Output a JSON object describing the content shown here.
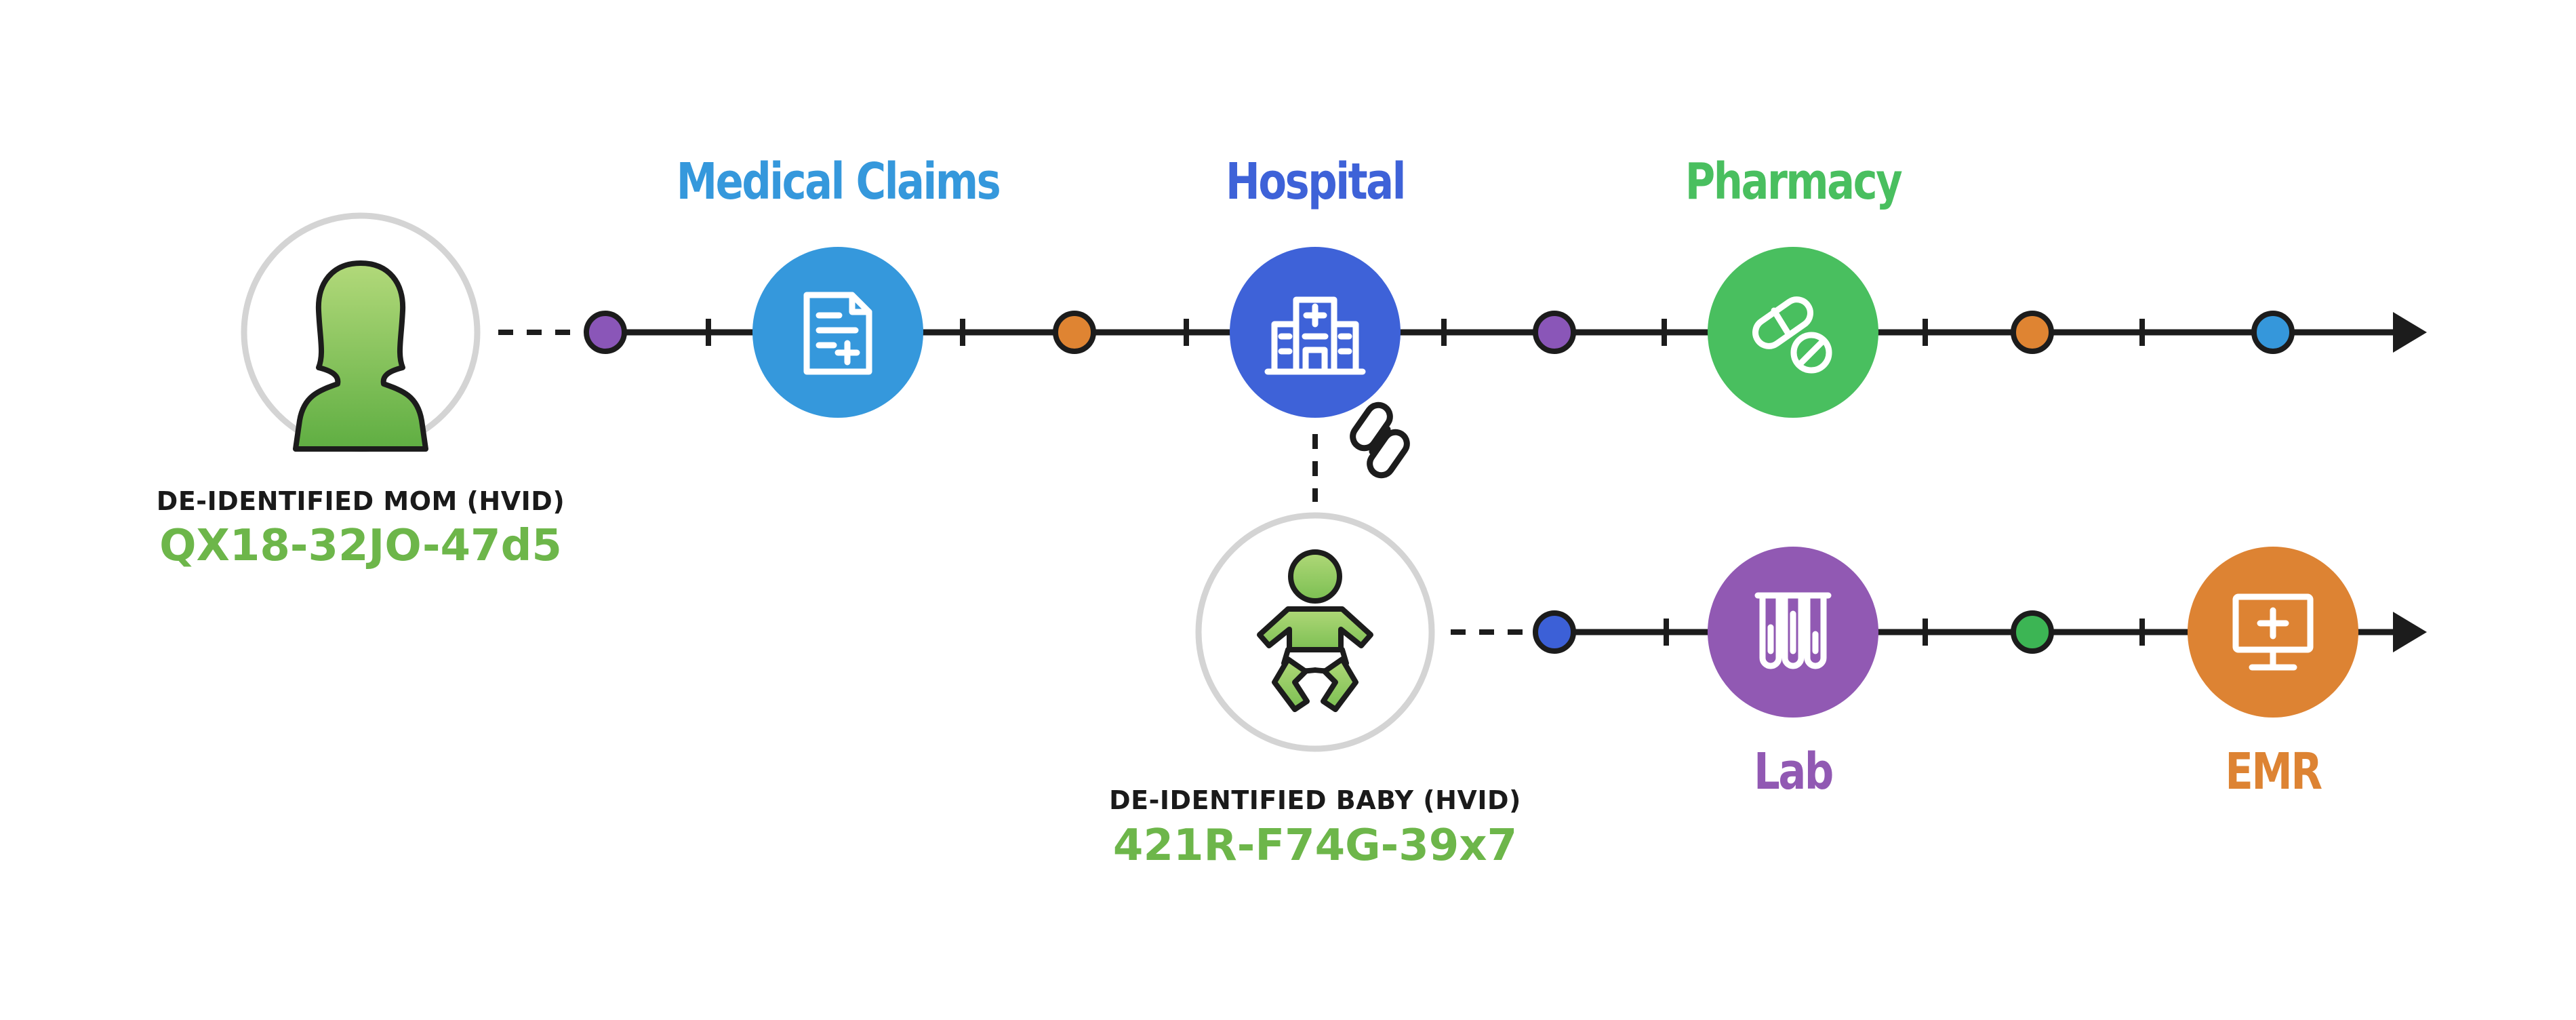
{
  "colors": {
    "line": "#1c1c1c",
    "ring": "#d4d4d4",
    "icon_white": "#ffffff",
    "medical_claims": "#3598dc",
    "hospital": "#3e62d8",
    "pharmacy": "#49bf5f",
    "lab": "#9159b3",
    "emr": "#dd8333",
    "purple": "#8a56b8",
    "orange": "#df8432",
    "blue_light": "#3597db",
    "blue_dark": "#3c60d7",
    "green": "#3cb554",
    "avatar_green": "#74ba48",
    "id_green": "#6db64a"
  },
  "mom": {
    "icon": "woman-silhouette-icon",
    "caption": "DE-IDENTIFIED MOM (HVID)",
    "hvid": "QX18-32JO-47d5"
  },
  "baby": {
    "icon": "baby-icon",
    "caption": "DE-IDENTIFIED BABY (HVID)",
    "hvid": "421R-F74G-39x7"
  },
  "link_icon": "chain-link-icon",
  "top_timeline": {
    "events": [
      {
        "label": "Medical Claims",
        "icon": "document-plus-icon",
        "color_key": "medical_claims"
      },
      {
        "label": "Hospital",
        "icon": "hospital-building-icon",
        "color_key": "hospital"
      },
      {
        "label": "Pharmacy",
        "icon": "pills-icon",
        "color_key": "pharmacy"
      }
    ],
    "dots": [
      "purple",
      "orange",
      "purple",
      "orange",
      "blue_light"
    ]
  },
  "bottom_timeline": {
    "events": [
      {
        "label": "Lab",
        "icon": "test-tubes-icon",
        "color_key": "lab"
      },
      {
        "label": "EMR",
        "icon": "monitor-plus-icon",
        "color_key": "emr"
      }
    ],
    "dots": [
      "blue_dark",
      "green"
    ]
  }
}
